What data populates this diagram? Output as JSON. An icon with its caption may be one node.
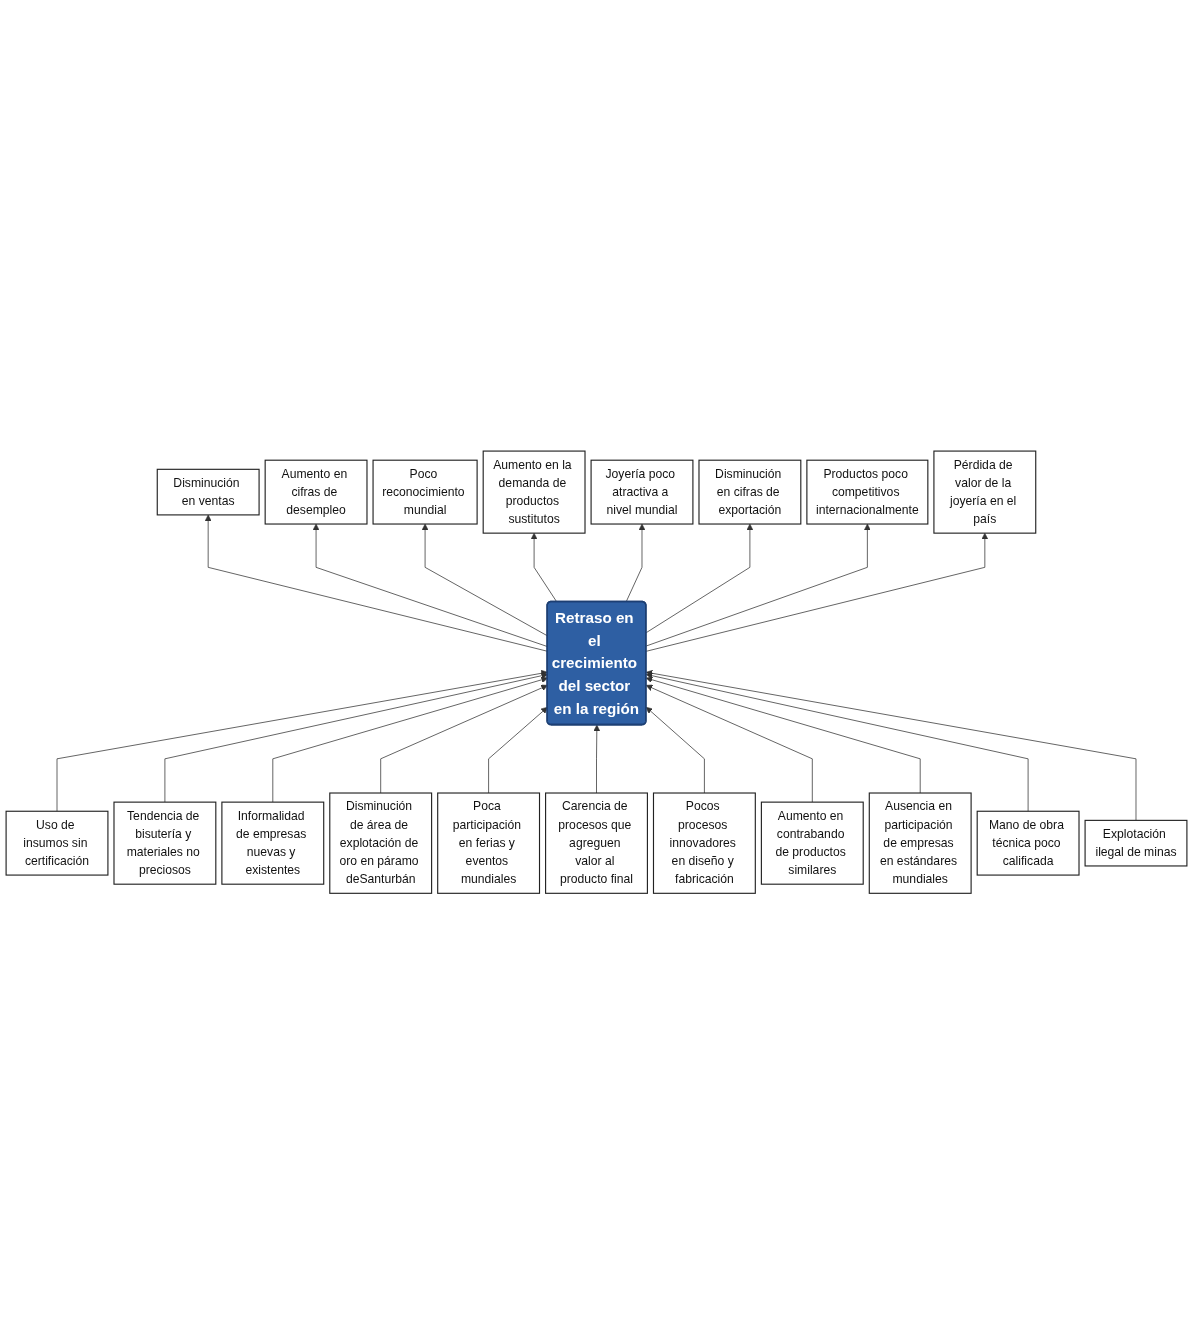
{
  "diagram": {
    "nodes": [
      {
        "text": [
          "Disminución en cifras de exportación"
        ]
      },
      {
        "text": [
          "Aumento en la demanda de productos sustitutos"
        ]
      },
      {
        "text": [
          "Aumento en cifras de desempleo"
        ]
      },
      {
        "text": [
          "Productos poco competitivos internacionalmente"
        ]
      },
      {
        "text": [
          "Poco reconocimiento mundial"
        ]
      },
      {
        "text": [
          "Joyería poco atractiva a nivel mundial"
        ]
      },
      {
        "text": [
          "Disminución en ventas"
        ]
      },
      {
        "text": [
          "Pérdida de valor de la joyería en el país"
        ]
      },
      {
        "text": [
          "Retraso en el crecimiento del sector en la región"
        ]
      },
      {
        "text": [
          "Explotación ilegal de minas"
        ]
      },
      {
        "text": [
          "Pocos procesos innovadores en diseño y fabricación"
        ]
      },
      {
        "text": [
          "Uso de insumos sin certificación"
        ]
      },
      {
        "text": [
          "Mano de obra técnica poco calificada"
        ]
      },
      {
        "text": [
          "Tendencia de bisutería y materiales no preciosos"
        ]
      },
      {
        "text": [
          "Poca participación en ferias y eventos mundiales"
        ]
      },
      {
        "text": [
          "Ausencia en participación de empresas en estándares mundiales"
        ]
      },
      {
        "text": [
          "Informalidad de empresas nuevas y existentes"
        ]
      },
      {
        "text": [
          "Carencia de procesos que agreguen valor al producto final"
        ]
      },
      {
        "text": [
          "Disminución de área de explotación de oro en páramo deSanturbán"
        ]
      },
      {
        "text": [
          "Aumento en contrabando de productos similares"
        ]
      }
    ],
    "edges": [
      {
        "from": 8,
        "to": 6,
        "arrow": "to"
      },
      {
        "from": 8,
        "to": 2,
        "arrow": "to"
      },
      {
        "from": 8,
        "to": 4,
        "arrow": "to"
      },
      {
        "from": 8,
        "to": 1,
        "arrow": "to"
      },
      {
        "from": 8,
        "to": 5,
        "arrow": "to"
      },
      {
        "from": 8,
        "to": 0,
        "arrow": "to"
      },
      {
        "from": 8,
        "to": 3,
        "arrow": "to"
      },
      {
        "from": 8,
        "to": 7,
        "arrow": "to"
      },
      {
        "from": 11,
        "to": 8,
        "arrow": "to"
      },
      {
        "from": 13,
        "to": 8,
        "arrow": "to"
      },
      {
        "from": 16,
        "to": 8,
        "arrow": "to"
      },
      {
        "from": 18,
        "to": 8,
        "arrow": "to"
      },
      {
        "from": 14,
        "to": 8,
        "arrow": "to"
      },
      {
        "from": 17,
        "to": 8,
        "arrow": "to"
      },
      {
        "from": 10,
        "to": 8,
        "arrow": "to"
      },
      {
        "from": 19,
        "to": 8,
        "arrow": "to"
      },
      {
        "from": 15,
        "to": 8,
        "arrow": "to"
      },
      {
        "from": 12,
        "to": 8,
        "arrow": "to"
      },
      {
        "from": 9,
        "to": 8,
        "arrow": "to"
      }
    ]
  }
}
